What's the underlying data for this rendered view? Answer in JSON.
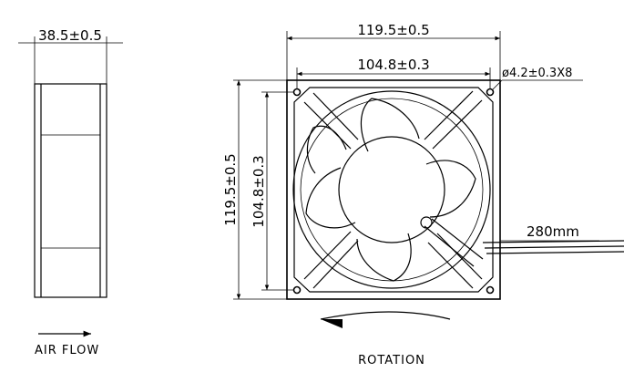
{
  "dimensions": {
    "side_depth": "38.5±0.5",
    "overall_width": "119.5±0.5",
    "hole_spacing_width": "104.8±0.3",
    "mount_hole": "ø4.2±0.3X8",
    "overall_height": "119.5±0.5",
    "hole_spacing_height": "104.8±0.3",
    "lead_length": "280mm"
  },
  "captions": {
    "air_flow": "AIR FLOW",
    "rotation": "ROTATION"
  }
}
